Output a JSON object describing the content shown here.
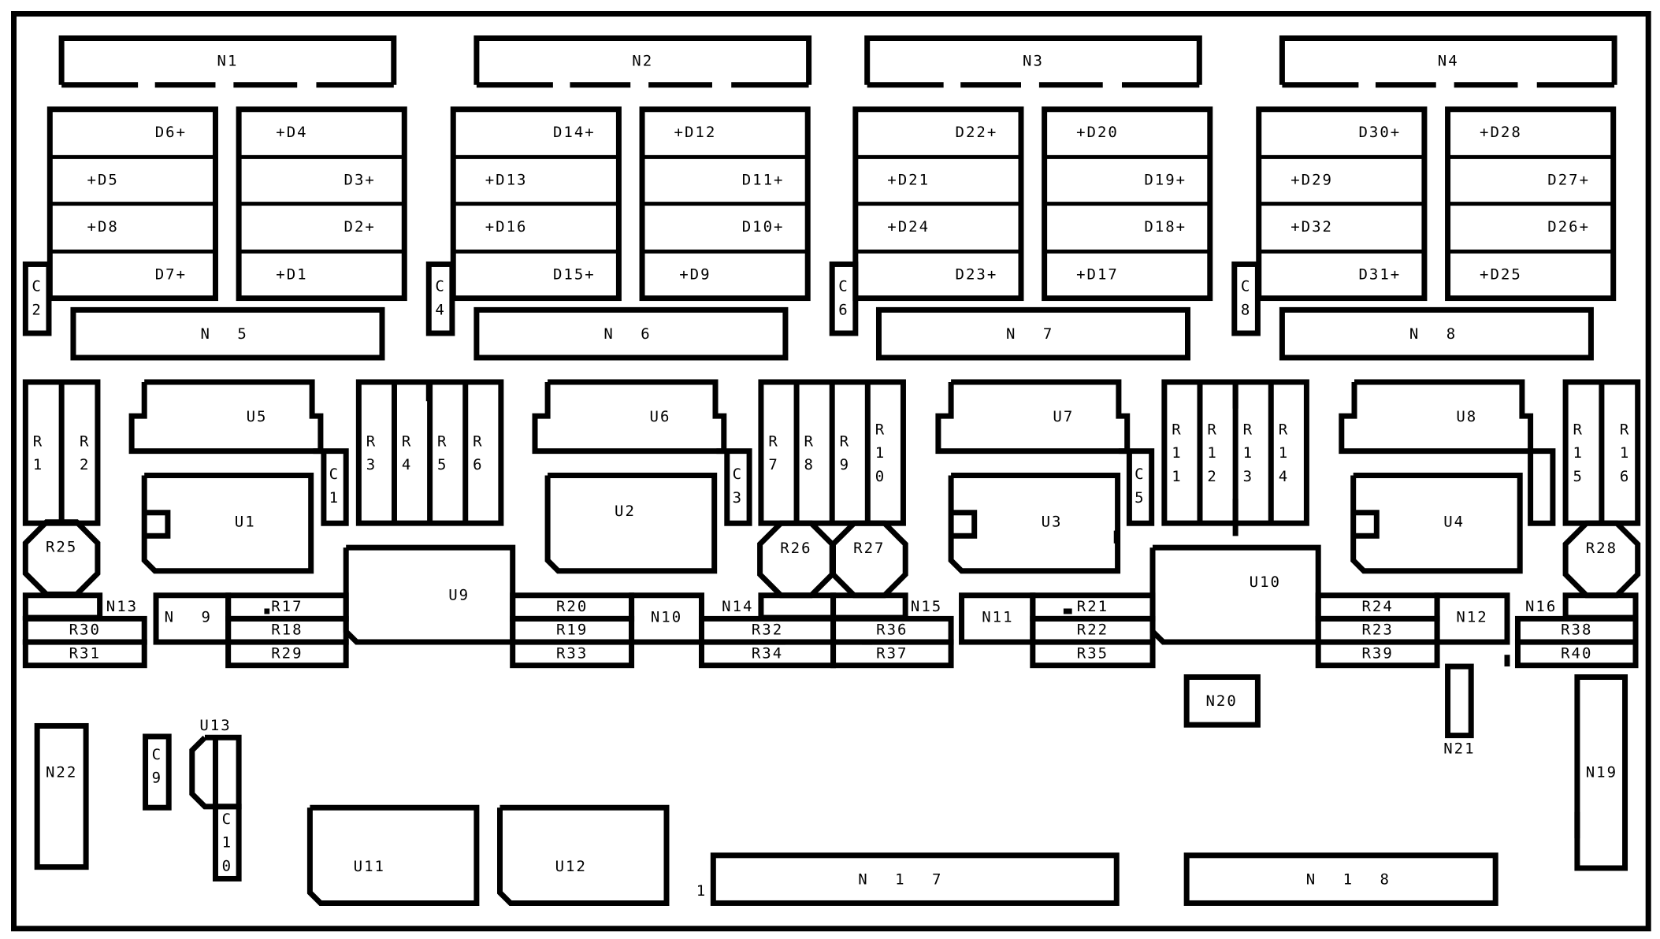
{
  "connectors_top": [
    "N1",
    "N2",
    "N3",
    "N4"
  ],
  "connectors_mid": [
    "N 5",
    "N 6",
    "N 7",
    "N 8"
  ],
  "diode_groups": [
    [
      "D6+",
      "+D5",
      "+D8",
      "D7+",
      "+D4",
      "D3+",
      "D2+",
      "+D1"
    ],
    [
      "D14+",
      "+D13",
      "+D16",
      "D15+",
      "+D12",
      "D11+",
      "D10+",
      "+D9"
    ],
    [
      "D22+",
      "+D21",
      "+D24",
      "D23+",
      "+D20",
      "D19+",
      "D18+",
      "+D17"
    ],
    [
      "D30+",
      "+D29",
      "+D32",
      "D31+",
      "+D28",
      "D27+",
      "D26+",
      "+D25"
    ]
  ],
  "caps_small": [
    "C\n2",
    "C\n4",
    "C\n6",
    "C\n8"
  ],
  "ic_upper": [
    "U5",
    "U6",
    "U7",
    "U8"
  ],
  "ic_lower": [
    "U1",
    "U2",
    "U3",
    "U4"
  ],
  "caps_side": [
    "C\n1",
    "C\n3",
    "C\n5"
  ],
  "resistor_columns": [
    [
      "R\n1",
      "R\n2"
    ],
    [
      "R\n3",
      "R\n4",
      "R\n5",
      "R\n6"
    ],
    [
      "R\n7",
      "R\n8",
      "R\n9",
      "R\n1\n0"
    ],
    [
      "R\n1\n1",
      "R\n1\n2",
      "R\n1\n3",
      "R\n1\n4"
    ],
    [
      "R\n1\n5",
      "R\n1\n6"
    ]
  ],
  "trimmers": [
    "R25",
    "R26",
    "R27",
    "R28"
  ],
  "regulators": [
    "U9",
    "U10"
  ],
  "pads": [
    "N13",
    "N 9",
    "N10",
    "N14",
    "N15",
    "N11",
    "N12",
    "N16"
  ],
  "resistors_row": [
    "R30",
    "R31",
    "R17",
    "R18",
    "R29",
    "R20",
    "R19",
    "R33",
    "R32",
    "R34",
    "R36",
    "R37",
    "R21",
    "R22",
    "R35",
    "R24",
    "R23",
    "R39",
    "R38",
    "R40"
  ],
  "bottom": {
    "n22": "N22",
    "c9": "C\n9",
    "u13": "U13",
    "c10": "C\n1\n0",
    "u11": "U11",
    "u12": "U12",
    "pin1": "1",
    "n17": "N 1 7",
    "n18": "N 1 8",
    "n20": "N20",
    "n21": "N21",
    "n19": "N19"
  }
}
